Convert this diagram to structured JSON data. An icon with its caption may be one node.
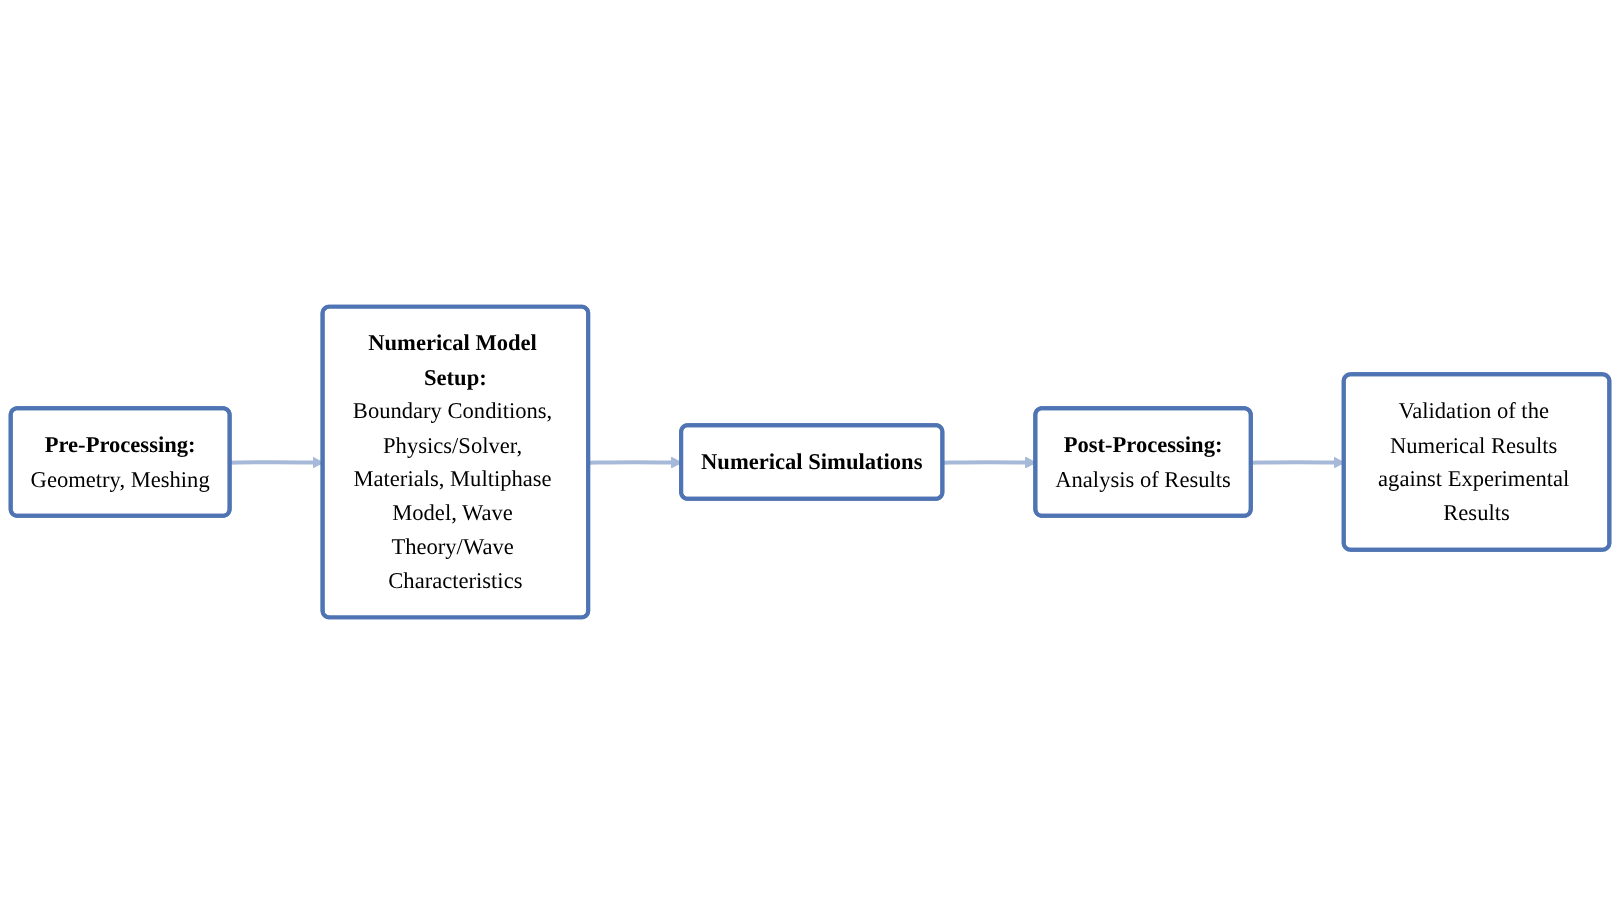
{
  "diagram": {
    "nodes": [
      {
        "text": [
          "Pre-Processing:",
          "Geometry, Meshing"
        ]
      },
      {
        "text": [
          "Numerical Model Setup:",
          "Boundary Conditions, Physics/Solver, Materials, Multiphase Model, Wave Theory/Wave Characteristics"
        ]
      },
      {
        "text": [
          "Numerical Simulations"
        ]
      },
      {
        "text": [
          "Post-Processing:",
          "Analysis of Results"
        ]
      },
      {
        "text": [
          "Validation of the Numerical Results against Experimental Results"
        ]
      }
    ],
    "edges": [
      {
        "from": 0,
        "to": 1,
        "arrow": "to"
      },
      {
        "from": 1,
        "to": 2,
        "arrow": "to"
      },
      {
        "from": 2,
        "to": 3,
        "arrow": "to"
      },
      {
        "from": 3,
        "to": 4,
        "arrow": "to"
      }
    ]
  }
}
